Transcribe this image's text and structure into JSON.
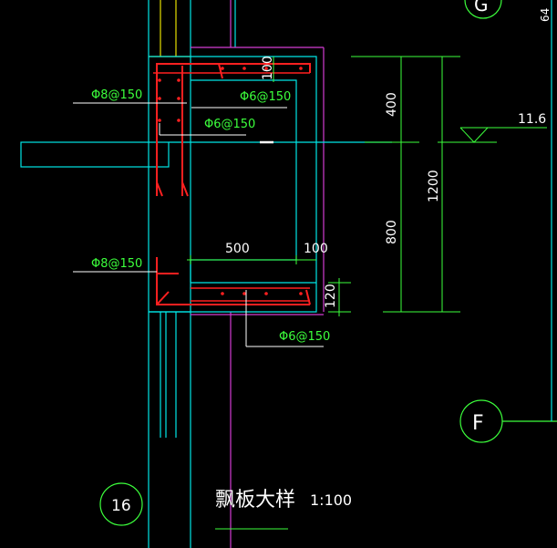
{
  "colors": {
    "background": "#000000",
    "cyan": "#00e5e5",
    "green": "#3cff3c",
    "red": "#ff2020",
    "magenta": "#d33cd3",
    "yellow": "#e5e000",
    "white": "#ffffff"
  },
  "rebar_labels": {
    "top_left": "Φ8@150",
    "top_right_upper": "Φ6@150",
    "top_mid": "Φ6@150",
    "bottom_left": "Φ8@150",
    "bottom_right": "Φ6@150"
  },
  "dimensions": {
    "top_cover": "100",
    "upper_height": "400",
    "total_height": "1200",
    "lower_height": "800",
    "width_inner": "500",
    "width_outer": "100",
    "slab_thickness": "120"
  },
  "elevation": "11.6",
  "grid_labels": {
    "top_right": "G",
    "right": "F",
    "bottom_left": "16",
    "top_right_edge": "64"
  },
  "title": {
    "name": "飘板大样",
    "scale": "1:100"
  }
}
